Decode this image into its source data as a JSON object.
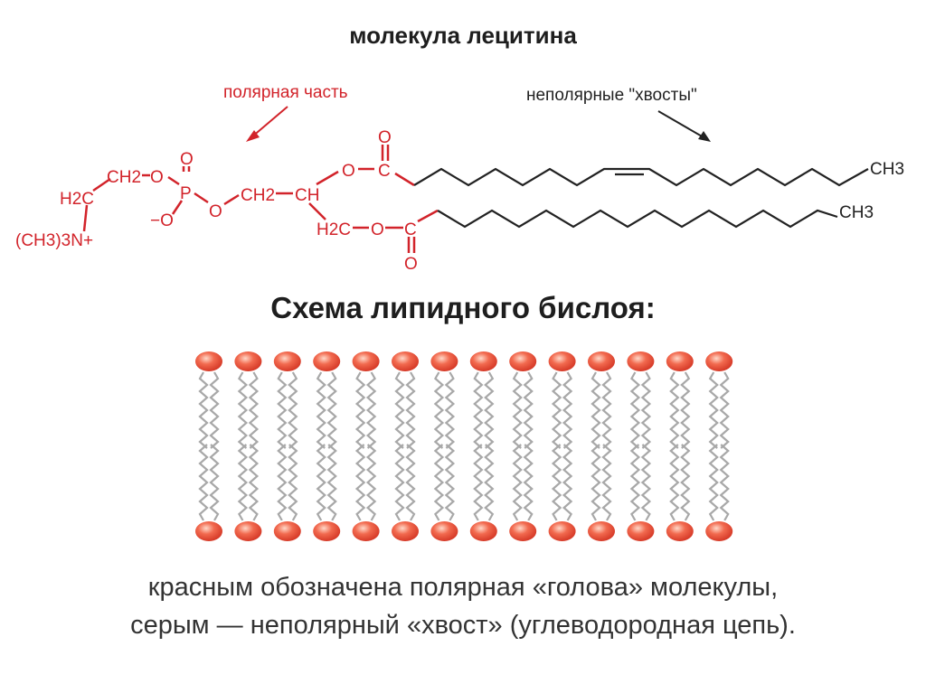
{
  "title": "молекула лецитина",
  "labels": {
    "polar": "полярная часть",
    "nonpolar": "неполярные \"хвосты\""
  },
  "atoms": {
    "trimethylammonium": "(CH3)3N+",
    "h2c_left": "H2C",
    "ch2_top": "CH2",
    "o_1": "O",
    "p": "P",
    "o_double": "O",
    "o_minus": "−O",
    "o_2": "O",
    "ch2_mid": "CH2",
    "ch": "CH",
    "o_upper": "O",
    "c_upper": "C",
    "o_upper_carbonyl": "O",
    "h2c_lower": "H2C",
    "o_lower": "O",
    "c_lower": "C",
    "o_lower_carbonyl": "O",
    "ch3_upper": "CH3",
    "ch3_lower": "CH3"
  },
  "subtitle": "Схема липидного бислоя:",
  "caption": {
    "line1": "красным обозначена полярная «голова» молекулы,",
    "line2": "серым — неполярный «хвост» (углеводородная цепь)."
  },
  "bilayer": {
    "lipids_per_layer": 14,
    "layers": 2,
    "head_color": "#e8523f",
    "tail_color": "#a8a8a8"
  },
  "colors": {
    "polar": "#d2232a",
    "nonpolar": "#222222"
  }
}
